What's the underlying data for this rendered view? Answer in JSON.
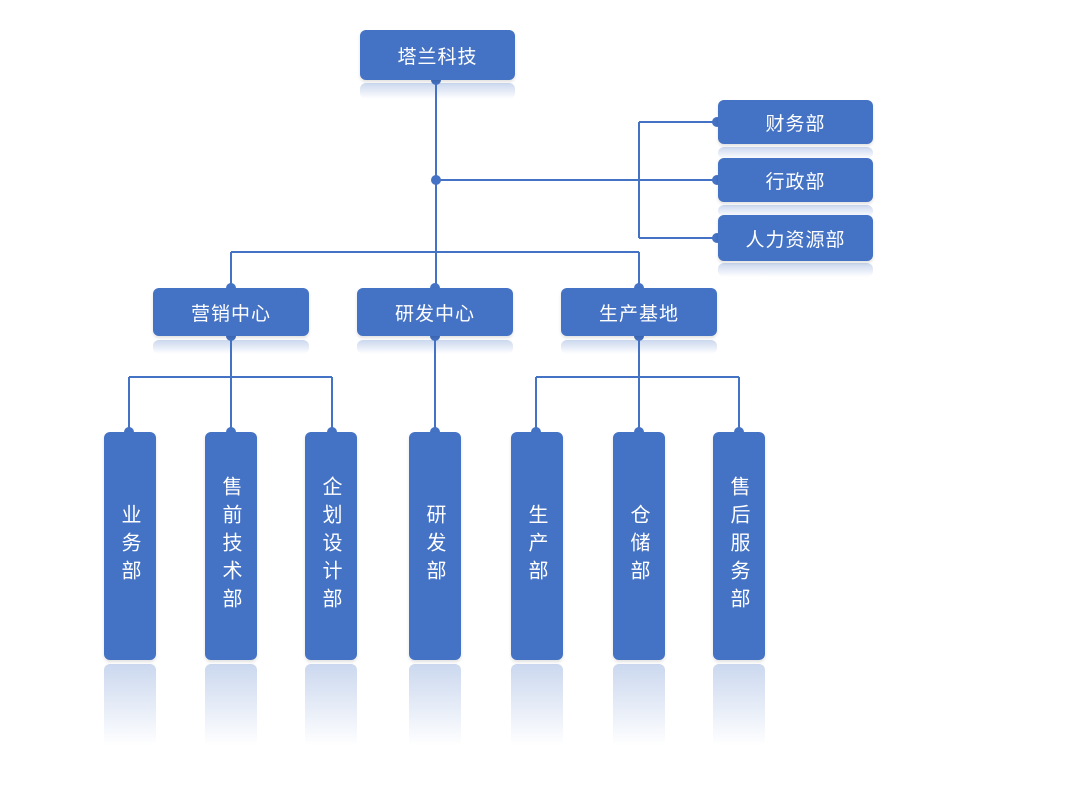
{
  "diagram": {
    "root": "塔兰科技",
    "staff_departments": [
      "财务部",
      "行政部",
      "人力资源部"
    ],
    "centers": [
      "营销中心",
      "研发中心",
      "生产基地"
    ],
    "departments": {
      "marketing": [
        "业务部",
        "售前技术部",
        "企划设计部"
      ],
      "rnd": [
        "研发部"
      ],
      "production": [
        "生产部",
        "仓储部",
        "售后服务部"
      ]
    },
    "colors": {
      "box": "#4472c4",
      "line": "#4472c4",
      "text": "#ffffff"
    }
  }
}
